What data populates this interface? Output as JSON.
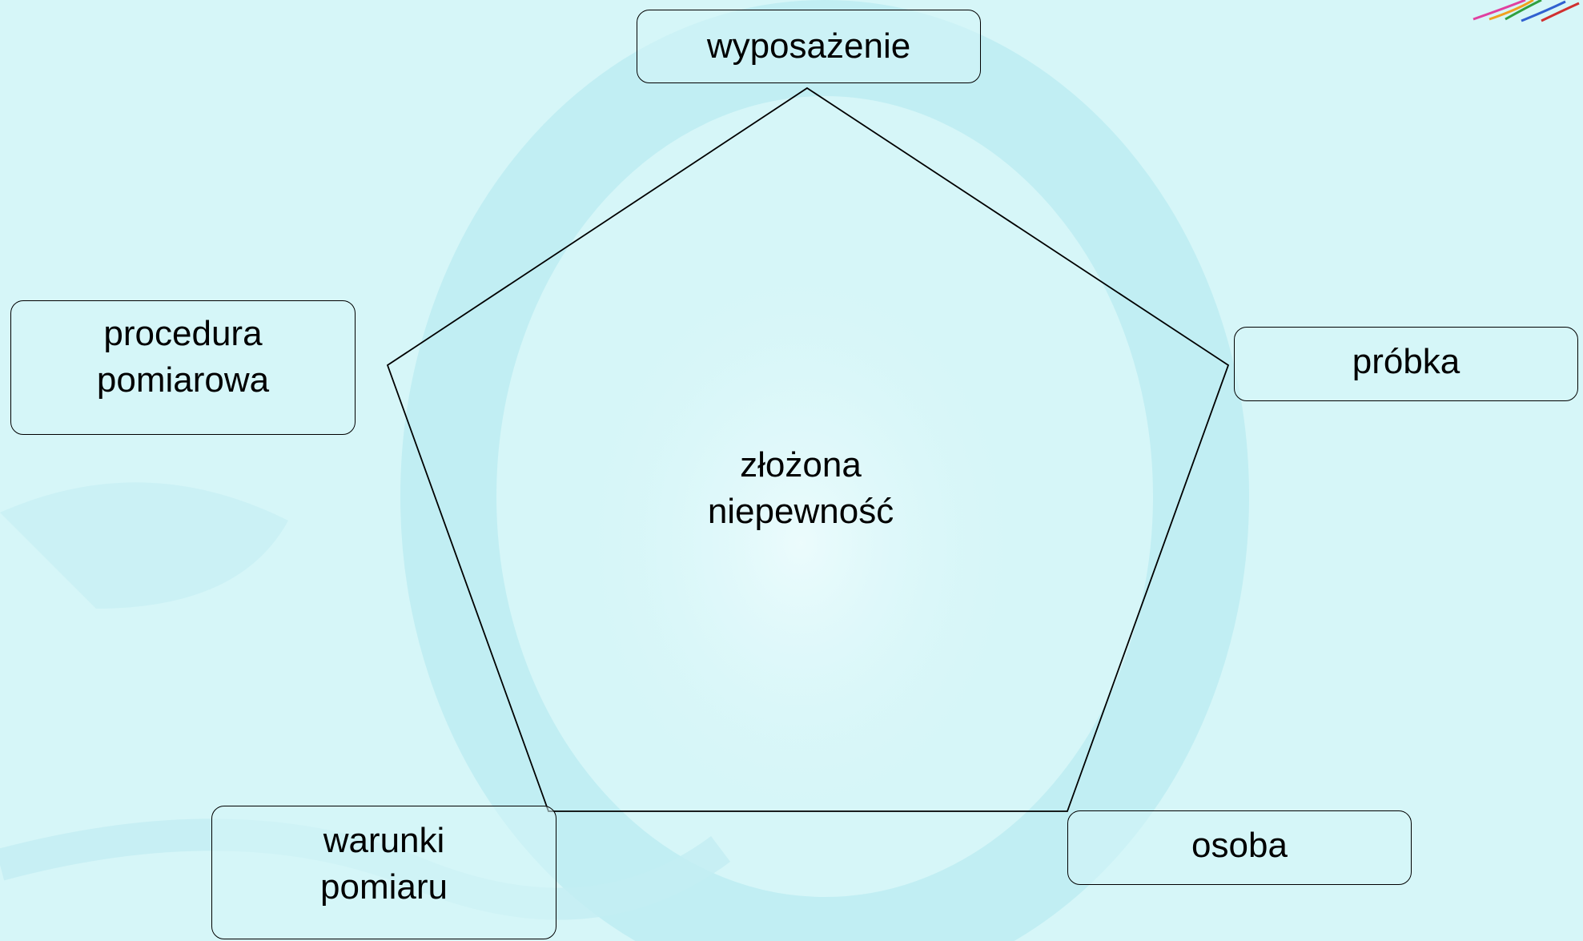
{
  "diagram": {
    "nodes": {
      "equipment": {
        "lines": [
          "wyposażenie"
        ]
      },
      "sample": {
        "lines": [
          "próbka"
        ]
      },
      "person": {
        "lines": [
          "osoba"
        ]
      },
      "conditions": {
        "lines": [
          "warunki",
          "pomiaru"
        ]
      },
      "procedure": {
        "lines": [
          "procedura",
          "pomiarowa"
        ]
      }
    },
    "center": {
      "lines": [
        "złożona",
        "niepewność"
      ]
    }
  },
  "colors": {
    "background": "#d6f6f8",
    "outline": "#000000",
    "decoration": "#a9e7ee"
  }
}
